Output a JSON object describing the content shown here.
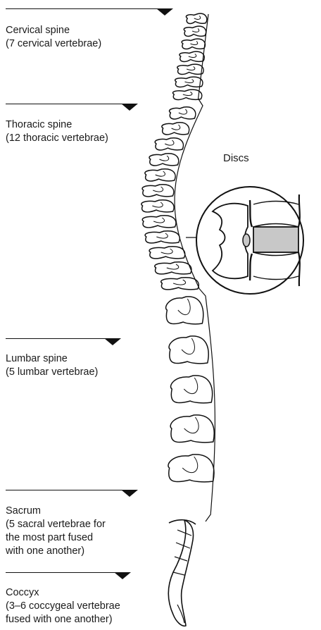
{
  "sections": [
    {
      "title": "Cervical spine",
      "detail": "(7 cervical vertebrae)"
    },
    {
      "title": "Thoracic spine",
      "detail": "(12 thoracic vertebrae)"
    },
    {
      "title": "Lumbar spine",
      "detail": "(5 lumbar vertebrae)"
    },
    {
      "title": "Sacrum",
      "detail": "(5 sacral vertebrae for\nthe most part fused\nwith one another)"
    },
    {
      "title": "Coccyx",
      "detail": "(3–6 coccygeal vertebrae\nfused with one another)"
    }
  ],
  "discs_label": "Discs",
  "colors": {
    "ink": "#111111",
    "disc_fill": "#c8c8c8",
    "background": "#ffffff"
  }
}
